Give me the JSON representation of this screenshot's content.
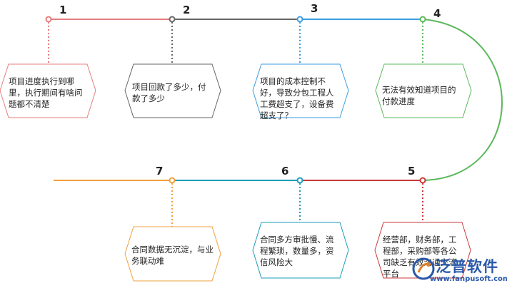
{
  "colors": {
    "s1": "#e57f7f",
    "s2": "#666666",
    "s3": "#3a9ee0",
    "s4": "#5cb85c",
    "s5": "#c83a3a",
    "s6": "#1e9cb8",
    "s7": "#f0a040"
  },
  "steps": [
    {
      "num": "1",
      "text": "项目进度执行到哪里，执行期间有啥问题都不清楚"
    },
    {
      "num": "2",
      "text": "项目回款了多少，付款了多少"
    },
    {
      "num": "3",
      "text": "项目的成本控制不好，导致分包工程人工费超支了，设备费超支了？"
    },
    {
      "num": "4",
      "text": "无法有效知道项目的付款进度"
    },
    {
      "num": "5",
      "text": "经营部，财务部，工程部，采购部等各公司缺乏有效沟通交流平台"
    },
    {
      "num": "6",
      "text": "合同多方审批慢、流程繁琐，数量多，资信风险大"
    },
    {
      "num": "7",
      "text": "合同数据无沉淀，与业务联动难"
    }
  ],
  "watermark": {
    "brand": "泛普软件",
    "url": "www.fanpusoft.com",
    "logo_icon": "fanpu-logo-icon"
  }
}
